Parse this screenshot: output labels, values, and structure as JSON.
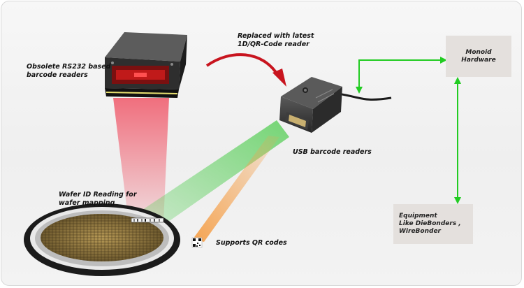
{
  "labels": {
    "obsolete": [
      "Obsolete RS232 based",
      "barcode readers"
    ],
    "replaced": [
      "Replaced with latest",
      "1D/QR-Code reader"
    ],
    "usb": "USB barcode readers",
    "wafer": [
      "Wafer ID Reading for",
      "wafer mapping"
    ],
    "qr": "Supports QR codes"
  },
  "boxes": {
    "monoid": [
      "Monoid",
      "Hardware"
    ],
    "equipment": [
      "Equipment",
      "Like DieBonders ,",
      "WireBonder"
    ]
  },
  "colors": {
    "red_beam": "#f06070",
    "green_beam": "#5fd05f",
    "orange_beam": "#f5a04a",
    "arrow_red": "#c8141e",
    "connector_green": "#22cc22",
    "box_fill": "#e4e0dd"
  }
}
